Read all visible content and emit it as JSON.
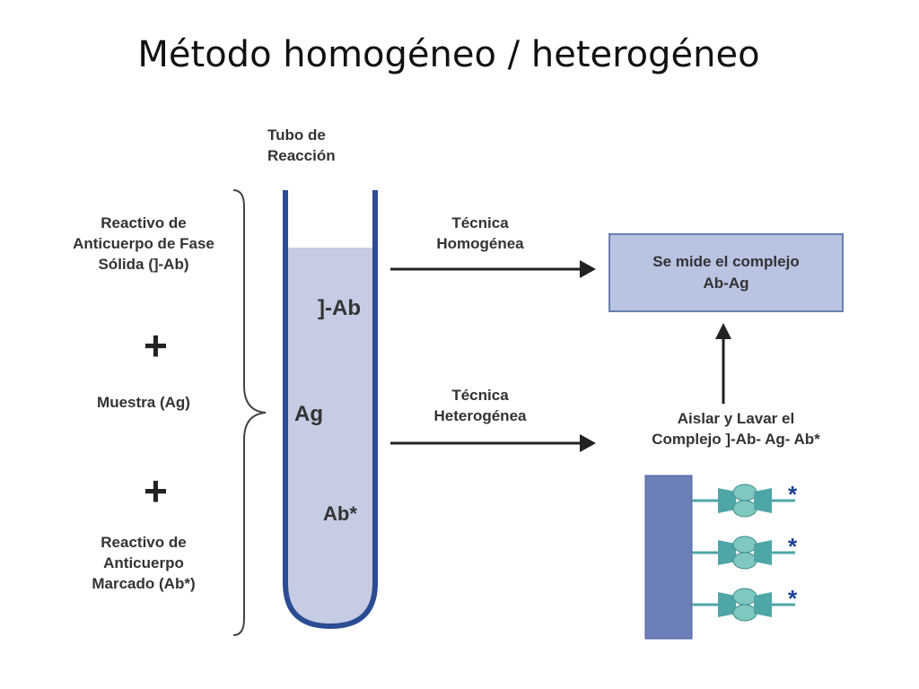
{
  "title": "Método homogéneo / heterogéneo",
  "tube_label": "Tubo de\nReacción",
  "left": {
    "reagent_solid": "Reactivo de\nAnticuerpo de Fase\nSólida (]-Ab)",
    "plus1": "+",
    "sample": "Muestra (Ag)",
    "plus2": "+",
    "reagent_marked": "Reactivo de\nAnticuerpo\nMarcado (Ab*)"
  },
  "tube": {
    "item1": "]-Ab",
    "item2": "Ag",
    "item3": "Ab*"
  },
  "arrows": {
    "homogeneous": "Técnica\nHomogénea",
    "heterogeneous": "Técnica\nHeterogénea"
  },
  "result_box": "Se mide el complejo\nAb-Ag",
  "isolate": "Aislar y Lavar el\nComplejo ]-Ab- Ag- Ab*",
  "colors": {
    "tube_border": "#2b4c93",
    "fluid": "#c5cce3",
    "box_fill": "#b9c3e2",
    "solid_phase": "#6c7fb9",
    "antibody": "#4fa6a6",
    "antigen": "#7fc8c0",
    "label_star": "#1e3f9a"
  }
}
